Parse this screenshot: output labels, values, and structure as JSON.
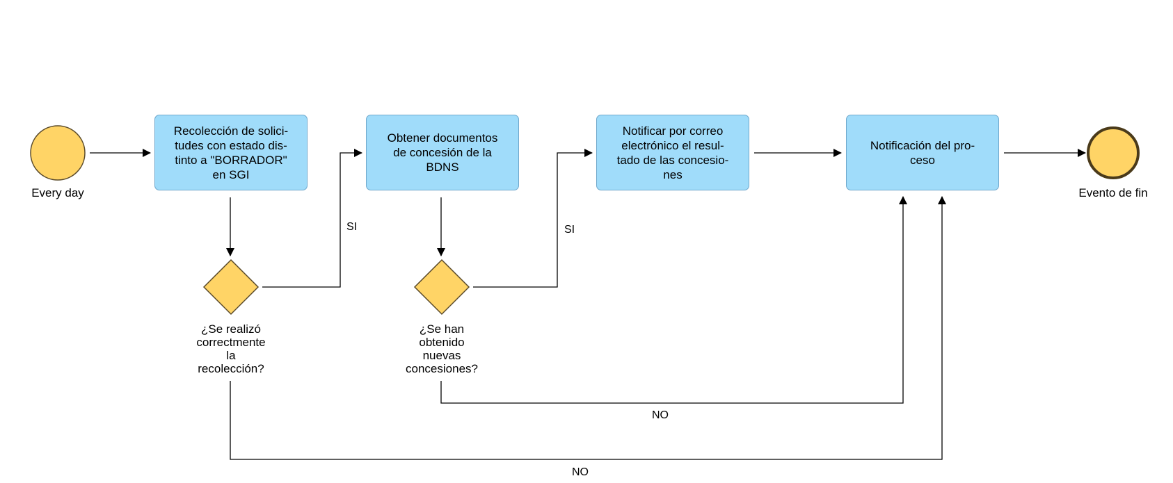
{
  "events": {
    "start_label": "Every day",
    "end_label": "Evento de fin"
  },
  "tasks": [
    {
      "label": "Recolección de solici-\ntudes con estado dis-\ntinto a \"BORRADOR\"\nen SGI"
    },
    {
      "label": "Obtener documentos\nde concesión de la\nBDNS"
    },
    {
      "label": "Notificar por correo\nelectrónico el resul-\ntado de las concesio-\nnes"
    },
    {
      "label": "Notificación del pro-\nceso"
    }
  ],
  "gateways": [
    {
      "label": "¿Se realizó\ncorrectmente\nla\nrecolección?"
    },
    {
      "label": "¿Se han\nobtenido\nnuevas\nconcesiones?"
    }
  ],
  "flows": {
    "gateway1_yes": "SI",
    "gateway2_yes": "SI",
    "gateway2_no": "NO",
    "gateway1_no": "NO"
  },
  "colors": {
    "task_fill": "#a0dcfa",
    "task_border": "#6fa8cc",
    "event_fill": "#ffd466",
    "event_border": "#5a4a2a",
    "line": "#000000"
  }
}
